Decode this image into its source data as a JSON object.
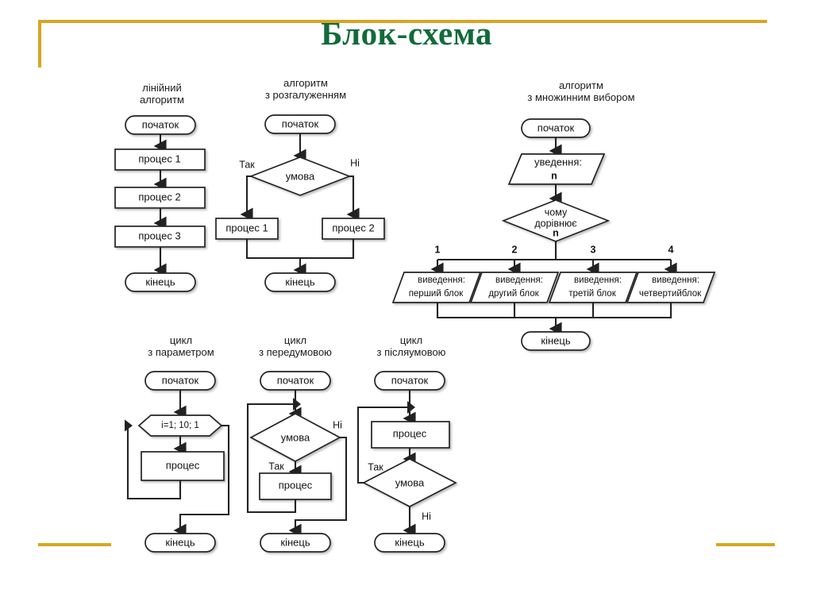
{
  "page": {
    "title": "Блок-схема",
    "title_color": "#116b3a",
    "accent_color": "#d9a520",
    "background": "#ffffff"
  },
  "decorations": {
    "top_rule_label": "top-gold-rule",
    "left_rule_label": "left-gold-rule",
    "bottom_left_rule_label": "bottom-left-gold-rule",
    "bottom_right_rule_label": "bottom-right-gold-rule"
  },
  "labels": {
    "start": "початок",
    "end": "кінець",
    "process": "процес",
    "process_1": "процес 1",
    "process_2": "процес 2",
    "process_3": "процес 3",
    "condition": "умова",
    "yes": "Так",
    "no": "Ні",
    "input": "уведення:",
    "output": "виведення:",
    "n": "n",
    "loop_params": "i=1; 10; 1",
    "switch_question": "чому\nдорівнює",
    "block_1": "перший блок",
    "block_2": "другий блок",
    "block_3": "третій блок",
    "block_4": "четвертийблок",
    "case_1": "1",
    "case_2": "2",
    "case_3": "3",
    "case_4": "4"
  },
  "diagrams": [
    {
      "id": "linear",
      "caption": "лінійний\nалгоритм",
      "nodes": [
        {
          "name": "start-terminator",
          "type": "terminator",
          "text": "початок"
        },
        {
          "name": "process-1-box",
          "type": "process",
          "text": "процес 1"
        },
        {
          "name": "process-2-box",
          "type": "process",
          "text": "процес 2"
        },
        {
          "name": "process-3-box",
          "type": "process",
          "text": "процес 3"
        },
        {
          "name": "end-terminator",
          "type": "terminator",
          "text": "кінець"
        }
      ]
    },
    {
      "id": "branching",
      "caption": "алгоритм\nз розгалуженням",
      "nodes": [
        {
          "name": "start-terminator",
          "type": "terminator",
          "text": "початок"
        },
        {
          "name": "condition-diamond",
          "type": "decision",
          "text": "умова"
        },
        {
          "name": "branch-yes-label",
          "type": "label",
          "text": "Так"
        },
        {
          "name": "branch-no-label",
          "type": "label",
          "text": "Ні"
        },
        {
          "name": "process-1-box",
          "type": "process",
          "text": "процес 1"
        },
        {
          "name": "process-2-box",
          "type": "process",
          "text": "процес 2"
        },
        {
          "name": "end-terminator",
          "type": "terminator",
          "text": "кінець"
        }
      ]
    },
    {
      "id": "multichoice",
      "caption": "алгоритм\nз множинним вибором",
      "nodes": [
        {
          "name": "start-terminator",
          "type": "terminator",
          "text": "початок"
        },
        {
          "name": "input-parallelogram",
          "type": "io",
          "text": "уведення:",
          "sub": "n"
        },
        {
          "name": "switch-diamond",
          "type": "decision",
          "text": "чому дорівнює",
          "sub": "n"
        },
        {
          "name": "case-1-label",
          "type": "label",
          "text": "1"
        },
        {
          "name": "case-2-label",
          "type": "label",
          "text": "2"
        },
        {
          "name": "case-3-label",
          "type": "label",
          "text": "3"
        },
        {
          "name": "case-4-label",
          "type": "label",
          "text": "4"
        },
        {
          "name": "output-1-parallelogram",
          "type": "io",
          "text": "виведення:",
          "sub": "перший блок"
        },
        {
          "name": "output-2-parallelogram",
          "type": "io",
          "text": "виведення:",
          "sub": "другий блок"
        },
        {
          "name": "output-3-parallelogram",
          "type": "io",
          "text": "виведення:",
          "sub": "третій блок"
        },
        {
          "name": "output-4-parallelogram",
          "type": "io",
          "text": "виведення:",
          "sub": "четвертийблок"
        },
        {
          "name": "end-terminator",
          "type": "terminator",
          "text": "кінець"
        }
      ]
    },
    {
      "id": "for-loop",
      "caption": "цикл\nз параметром",
      "nodes": [
        {
          "name": "start-terminator",
          "type": "terminator",
          "text": "початок"
        },
        {
          "name": "loop-hexagon",
          "type": "loop",
          "text": "i=1; 10; 1"
        },
        {
          "name": "process-box",
          "type": "process",
          "text": "процес"
        },
        {
          "name": "end-terminator",
          "type": "terminator",
          "text": "кінець"
        }
      ]
    },
    {
      "id": "while-loop",
      "caption": "цикл\nз передумовою",
      "nodes": [
        {
          "name": "start-terminator",
          "type": "terminator",
          "text": "початок"
        },
        {
          "name": "condition-diamond",
          "type": "decision",
          "text": "умова"
        },
        {
          "name": "branch-yes-label",
          "type": "label",
          "text": "Так"
        },
        {
          "name": "branch-no-label",
          "type": "label",
          "text": "Ні"
        },
        {
          "name": "process-box",
          "type": "process",
          "text": "процес"
        },
        {
          "name": "end-terminator",
          "type": "terminator",
          "text": "кінець"
        }
      ]
    },
    {
      "id": "do-while-loop",
      "caption": "цикл\nз післяумовою",
      "nodes": [
        {
          "name": "start-terminator",
          "type": "terminator",
          "text": "початок"
        },
        {
          "name": "process-box",
          "type": "process",
          "text": "процес"
        },
        {
          "name": "condition-diamond",
          "type": "decision",
          "text": "умова"
        },
        {
          "name": "branch-yes-label",
          "type": "label",
          "text": "Так"
        },
        {
          "name": "branch-no-label",
          "type": "label",
          "text": "Ні"
        },
        {
          "name": "end-terminator",
          "type": "terminator",
          "text": "кінець"
        }
      ]
    }
  ]
}
